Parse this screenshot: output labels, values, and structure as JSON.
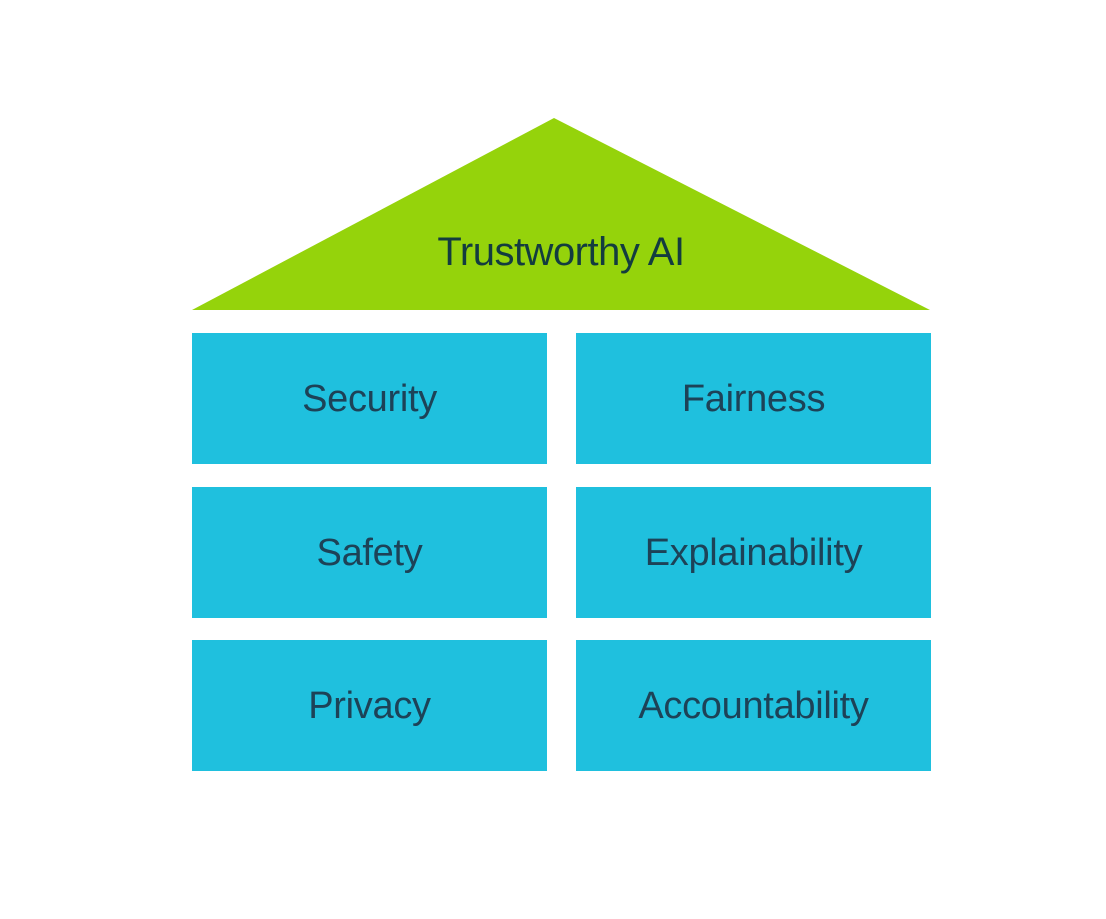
{
  "colors": {
    "roof": "#95d30b",
    "pillar": "#1fc0de",
    "roof_text": "#133c3f",
    "pillar_text": "#1d4257",
    "background": "#ffffff"
  },
  "roof": {
    "label": "Trustworthy AI"
  },
  "pillars": [
    {
      "label": "Security"
    },
    {
      "label": "Fairness"
    },
    {
      "label": "Safety"
    },
    {
      "label": "Explainability"
    },
    {
      "label": "Privacy"
    },
    {
      "label": "Accountability"
    }
  ]
}
